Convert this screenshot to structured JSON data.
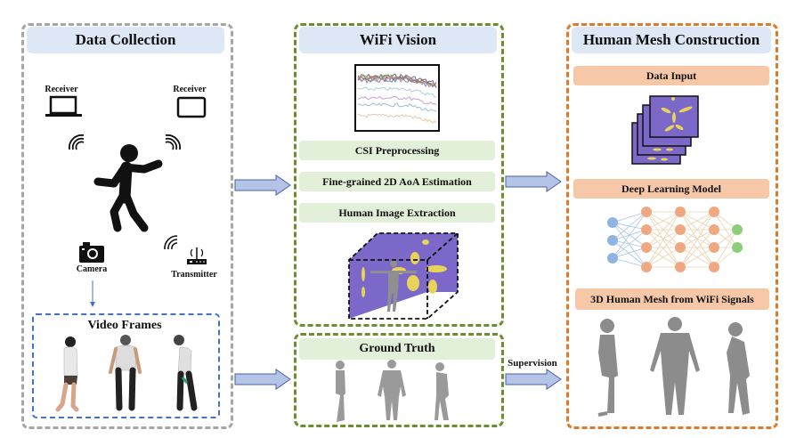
{
  "panels": {
    "data_collection": {
      "title": "Data Collection",
      "receiver_left": "Receiver",
      "receiver_right": "Receiver",
      "camera": "Camera",
      "transmitter": "Transmitter",
      "video_frames": "Video Frames"
    },
    "wifi_vision": {
      "title": "WiFi Vision",
      "steps": [
        "CSI Preprocessing",
        "Fine-grained 2D AoA Estimation",
        "Human Image Extraction"
      ]
    },
    "ground_truth": {
      "title": "Ground Truth"
    },
    "human_mesh": {
      "title": "Human Mesh Construction",
      "data_input": "Data Input",
      "deep_learning": "Deep Learning Model",
      "output": "3D Human Mesh from WiFi Signals"
    }
  },
  "arrows": {
    "supervision": "Supervision"
  },
  "colors": {
    "gray_border": "#a6a6a6",
    "green_border": "#6b8e2f",
    "orange_border": "#e07a2b",
    "blue_border": "#4472c4",
    "header_fill": "#dde7f5",
    "green_fill": "#e2efd9",
    "orange_fill": "#f6c8a8",
    "arrow_fill": "#b4c3e6",
    "purple": "#7b68c8"
  }
}
